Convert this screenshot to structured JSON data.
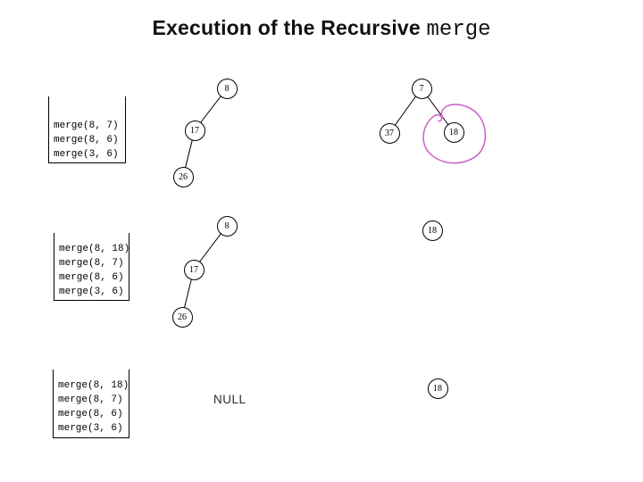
{
  "title": {
    "regular": "Execution of the Recursive ",
    "code": "merge"
  },
  "colors": {
    "highlight": "#cc66cc",
    "line": "#000000"
  },
  "sections": [
    {
      "stack_lines": [
        "merge(8, 7)",
        "merge(8, 6)",
        "merge(3, 6)"
      ],
      "nodes": {
        "n8": "8",
        "n17": "17",
        "n26": "26",
        "n7": "7",
        "n37": "37",
        "n18": "18"
      },
      "annotation": "hand-drawn circle around node 18"
    },
    {
      "stack_lines": [
        "merge(8, 18)",
        "merge(8, 7)",
        "merge(8, 6)",
        "merge(3, 6)"
      ],
      "nodes": {
        "n8": "8",
        "n17": "17",
        "n26": "26",
        "n18": "18"
      }
    },
    {
      "stack_lines": [
        "merge(8, 18)",
        "merge(8, 7)",
        "merge(8, 6)",
        "merge(3, 6)"
      ],
      "null_text": "NULL",
      "nodes": {
        "n18": "18"
      }
    }
  ]
}
